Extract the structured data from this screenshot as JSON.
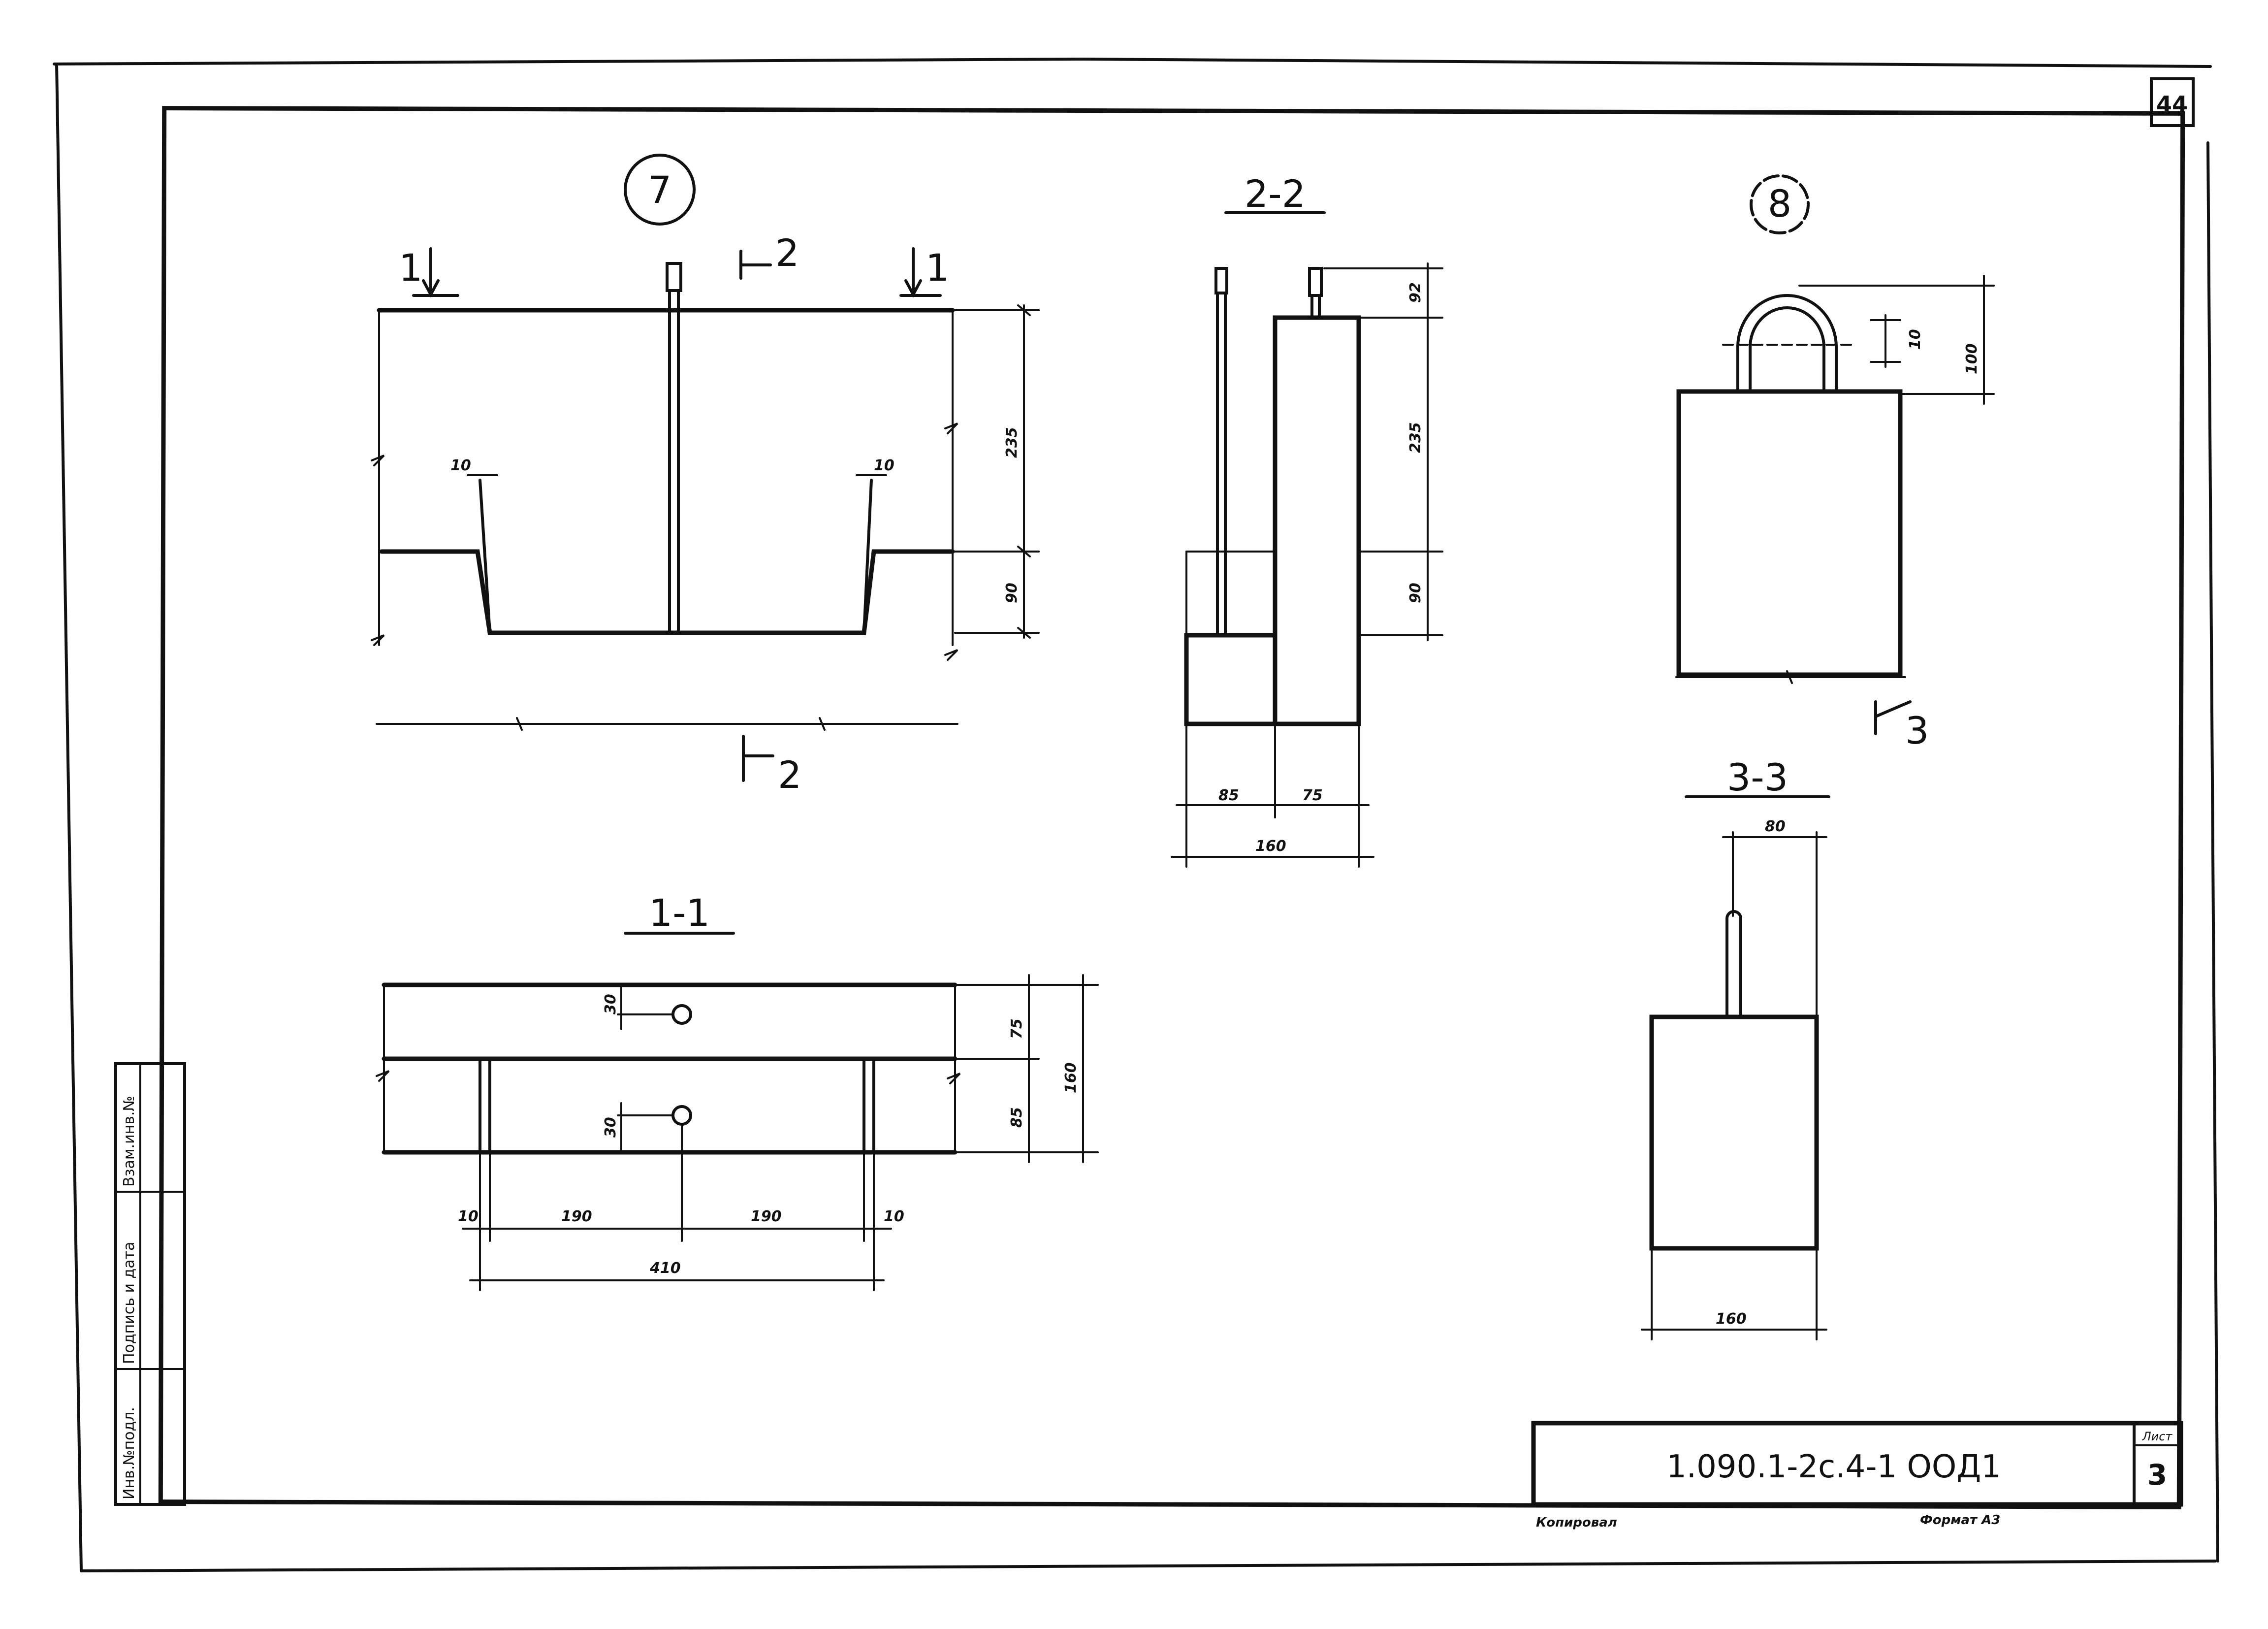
{
  "sheet_corner_number": "44",
  "title_block": {
    "code": "1.090.1-2с.4-1 ООД1",
    "sheet_label": "Лист",
    "sheet_number": "3",
    "copied_label": "Копировал",
    "format_label": "Формат А3"
  },
  "side_stamp": {
    "inv_no": "Инв.№подл.",
    "sign_date": "Подпись и дата",
    "replace_inv": "Взам.инв.№"
  },
  "views": {
    "item7_number": "7",
    "item8_number": "8",
    "section_2_2": "2-2",
    "section_1_1": "1-1",
    "section_3_3": "3-3",
    "cut_1_left": "1",
    "cut_1_right": "1",
    "cut_2_top": "2",
    "cut_2_bottom": "2",
    "cut_3": "3"
  },
  "dims": {
    "v7_top_depth": "235",
    "v7_bottom_depth": "90",
    "v7_left_notch": "10",
    "v7_right_notch": "10",
    "v22_top": "92",
    "v22_upper": "235",
    "v22_lower": "90",
    "v22_w1": "85",
    "v22_w2": "75",
    "v22_total": "160",
    "v11_hole_top": "30",
    "v11_hole_bottom": "30",
    "v11_upper": "75",
    "v11_lower": "85",
    "v11_total_h": "160",
    "v11_left_edge": "10",
    "v11_seg1": "190",
    "v11_seg2": "190",
    "v11_right_edge": "10",
    "v11_total_w": "410",
    "v8_loop_height": "100",
    "v8_loop_gap": "10",
    "v33_top": "80",
    "v33_width": "160"
  }
}
